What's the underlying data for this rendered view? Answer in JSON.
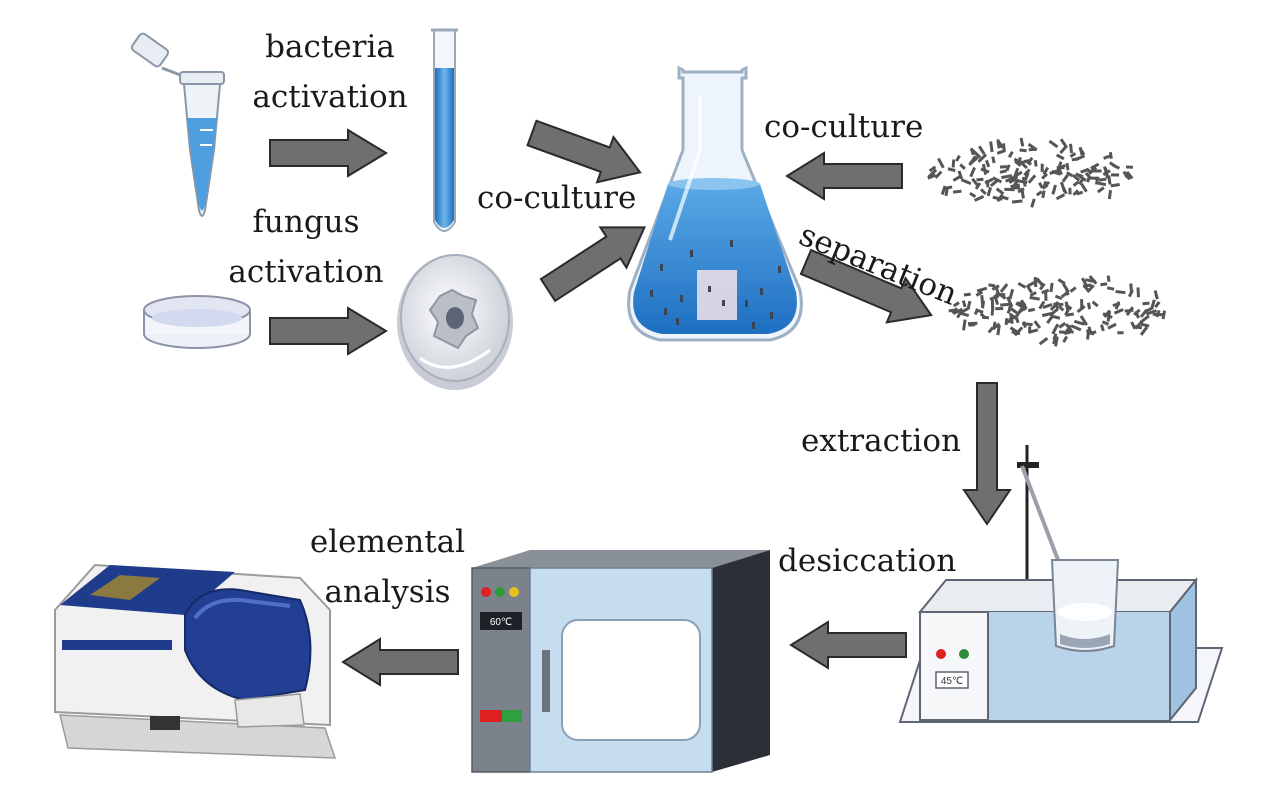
{
  "labels": {
    "bacteria_activation_1": "bacteria",
    "bacteria_activation_2": "activation",
    "fungus_activation_1": "fungus",
    "fungus_activation_2": "activation",
    "co_culture_left": "co-culture",
    "co_culture_right": "co-culture",
    "separation": "separation",
    "extraction": "extraction",
    "desiccation": "desiccation",
    "elemental_analysis_1": "elemental",
    "elemental_analysis_2": "analysis"
  },
  "devices": {
    "oven_display": "60℃",
    "water_bath_display": "45℃"
  },
  "colors": {
    "arrow_fill": "#6f6f6f",
    "arrow_stroke": "#2a2a2a",
    "liquid_blue": "#3f8fd6",
    "printer_blue": "#1f3b8c",
    "oven_body": "#c6dcef",
    "particles": "#555555"
  }
}
